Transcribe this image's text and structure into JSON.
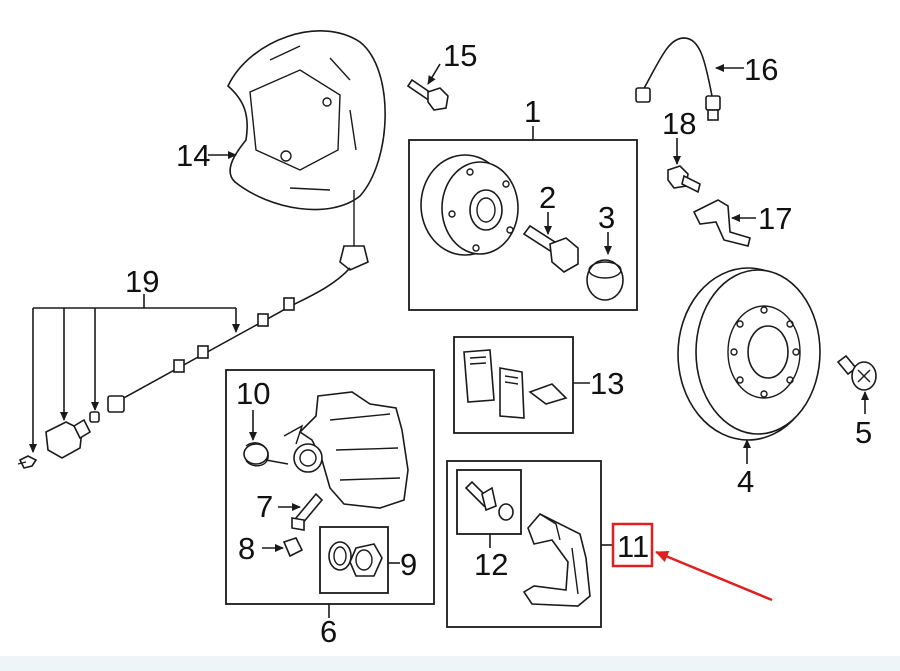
{
  "callouts": {
    "c1": "1",
    "c2": "2",
    "c3": "3",
    "c4": "4",
    "c5": "5",
    "c6": "6",
    "c7": "7",
    "c8": "8",
    "c9": "9",
    "c10": "10",
    "c11": "11",
    "c12": "12",
    "c13": "13",
    "c14": "14",
    "c15": "15",
    "c16": "16",
    "c17": "17",
    "c18": "18",
    "c19": "19"
  },
  "highlight": {
    "callout": "11",
    "color": "#e02020"
  }
}
